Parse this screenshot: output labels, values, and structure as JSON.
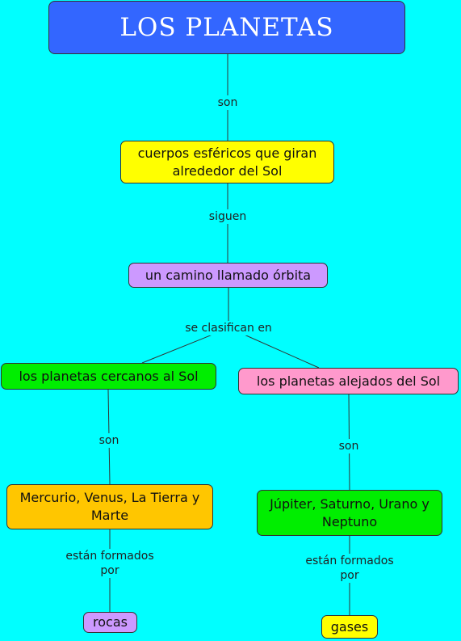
{
  "colors": {
    "background": "#00FFFF",
    "title": "#3366FF",
    "yellow": "#FFFF00",
    "violet": "#CC99FF",
    "green": "#00EE00",
    "pink": "#FF99CC",
    "orange": "#FFC600"
  },
  "nodes": {
    "title": "LOS PLANETAS",
    "definition": "cuerpos esféricos que giran alrededor del Sol",
    "orbit": "un camino llamado órbita",
    "near": "los planetas cercanos al Sol",
    "far": "los planetas alejados del Sol",
    "near_list": "Mercurio, Venus, La Tierra y Marte",
    "far_list": "Júpiter, Saturno, Urano y Neptuno",
    "rocks": "rocas",
    "gases": "gases"
  },
  "links": {
    "son_1": "son",
    "siguen": "siguen",
    "classified": "se clasifican en",
    "son_near": "son",
    "son_far": "son",
    "made_near": "están formados\npor",
    "made_far": "están formados\npor"
  }
}
